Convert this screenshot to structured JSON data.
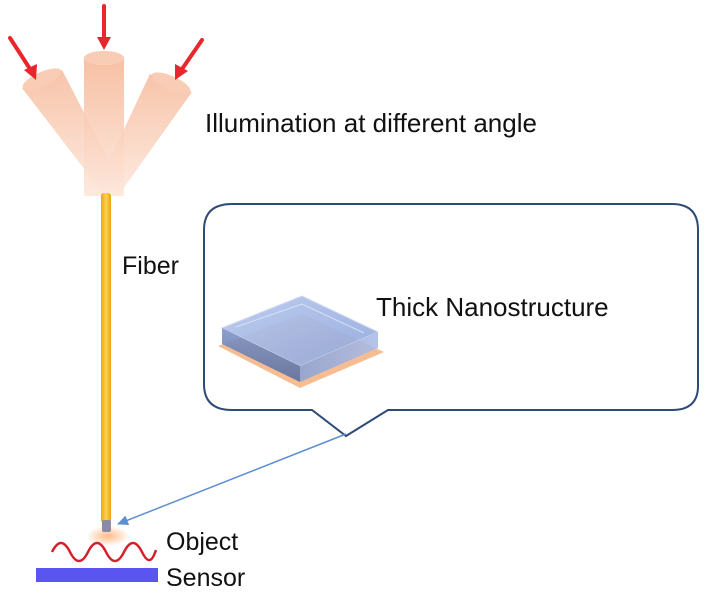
{
  "labels": {
    "illumination": "Illumination at different angle",
    "fiber": "Fiber",
    "nanostructure": "Thick Nanostructure",
    "object": "Object",
    "sensor": "Sensor"
  },
  "colors": {
    "arrow": "#e8262c",
    "beam": "#f7c2a6",
    "fiber": "#f2b715",
    "callout_border": "#2e4a78",
    "nanostructure": "#8aa3d6",
    "object_wave": "#d3202a",
    "sensor": "#5a55f0",
    "pointer": "#5b8fd0"
  }
}
